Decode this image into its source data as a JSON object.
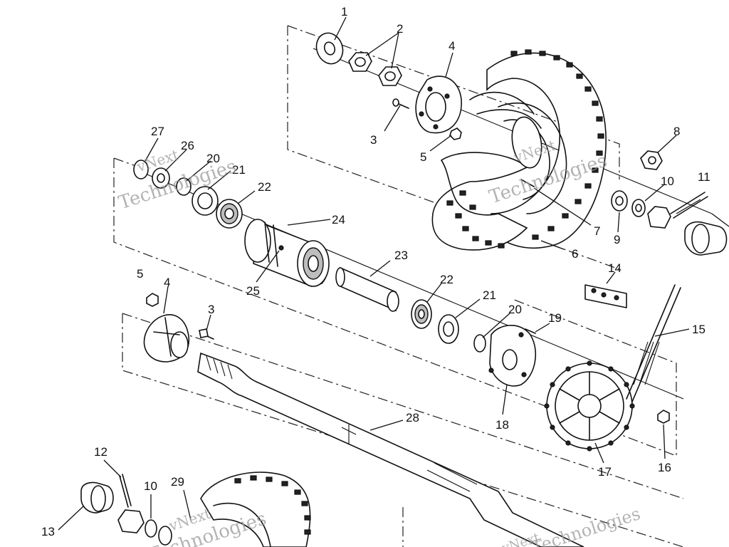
{
  "callouts": [
    "1",
    "2",
    "3",
    "4",
    "5",
    "6",
    "7",
    "8",
    "9",
    "10",
    "11",
    "12",
    "13",
    "14",
    "15",
    "16",
    "17",
    "18",
    "19",
    "20",
    "21",
    "22",
    "23",
    "24",
    "25",
    "26",
    "27",
    "28",
    "29"
  ],
  "extra_labels": {
    "lbl_3b": "3",
    "lbl_4b": "4",
    "lbl_5b": "5",
    "lbl_20b": "20",
    "lbl_21b": "21",
    "lbl_22b": "22",
    "lbl_10b": "10"
  },
  "watermark": {
    "line1": "vNext",
    "line2": "Technologies"
  }
}
